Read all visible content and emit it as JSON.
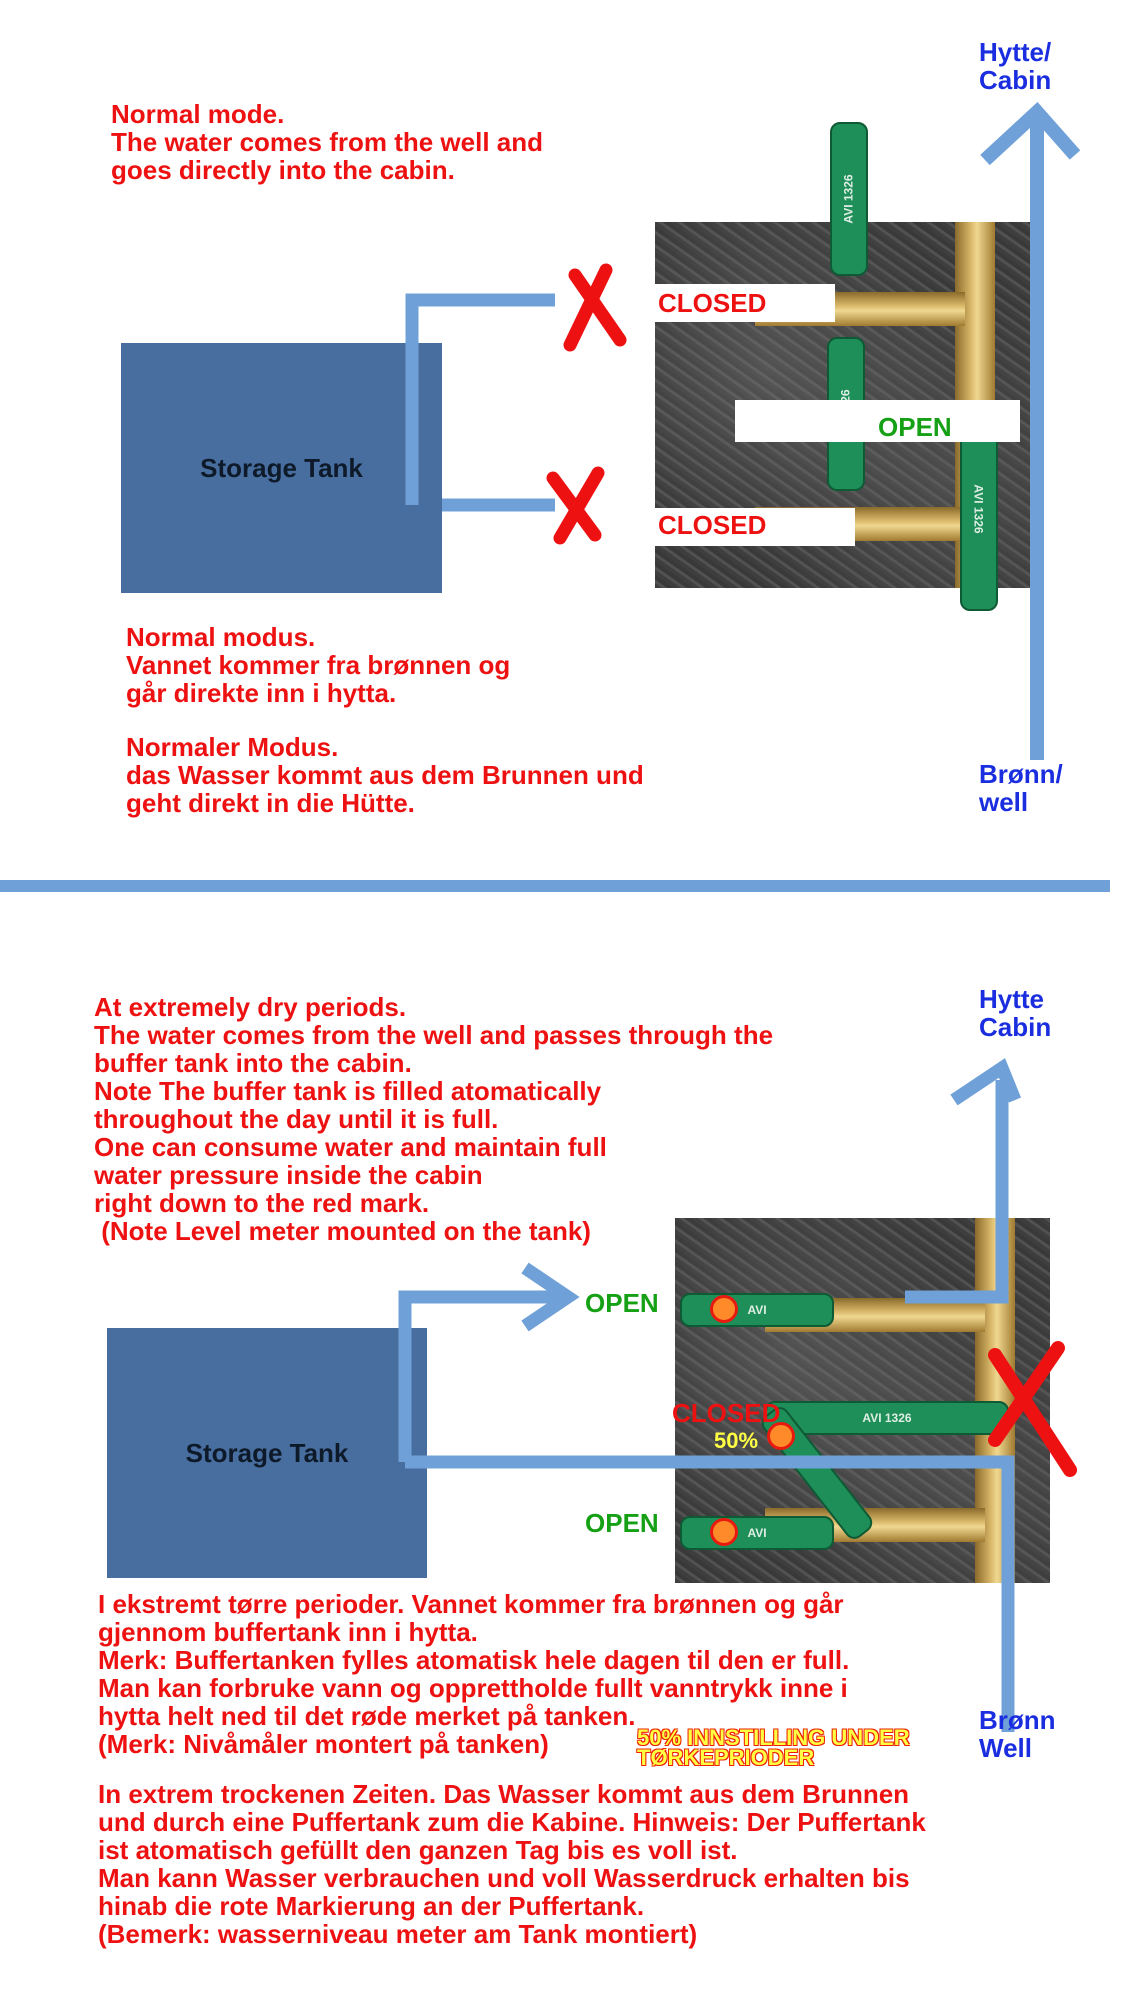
{
  "colors": {
    "text_red": "#ee1111",
    "text_blue": "#1a2ee0",
    "open_green": "#15a015",
    "arrow_blue": "#6fa0d8",
    "tank_blue": "#476e9e",
    "cross_red": "#ee1111"
  },
  "icons": [
    "x-mark-icon",
    "arrow-up-icon",
    "arrow-right-icon",
    "level-dot-icon"
  ],
  "top_panel": {
    "intro_en": "Normal mode.\nThe water comes from the well and\ngoes directly into the cabin.",
    "tank_label": "Storage Tank",
    "valve_upper_status": "CLOSED",
    "valve_lower_status": "CLOSED",
    "valve_main_status": "OPEN",
    "handle_text": "AVI 1326",
    "dest_label": "Hytte/\nCabin",
    "source_label": "Brønn/\nwell",
    "text_no": "Normal modus.\nVannet kommer fra brønnen og\ngår direkte inn i hytta.",
    "text_de": "Normaler Modus.\ndas Wasser kommt aus dem Brunnen und\ngeht direkt in die Hütte."
  },
  "bottom_panel": {
    "intro_en": "At extremely dry periods.\nThe water comes from the well and passes through the\nbuffer tank into the cabin.\nNote The buffer tank is filled atomatically\nthroughout the day until it is full.\nOne can consume water and maintain full\nwater pressure inside the cabin\nright down to the red mark.\n (Note Level meter mounted on the tank)",
    "tank_label": "Storage Tank",
    "valve_upper_status": "OPEN",
    "valve_middle_status": "CLOSED",
    "valve_lower_status": "OPEN",
    "percent_mark": "50%",
    "handle_text": "AVI 1326",
    "handle_text_short": "AVI",
    "dest_label": "Hytte\nCabin",
    "source_label": "Brønn\nWell",
    "warning": "50% INNSTILLING UNDER\nTØRKEPRIODER",
    "text_no": "I ekstremt tørre perioder. Vannet kommer fra brønnen og går\ngjennom buffertank inn i hytta.\nMerk: Buffertanken fylles atomatisk hele dagen til den er full.\nMan kan forbruke vann og opprettholde fullt vanntrykk inne i\nhytta helt ned til det røde merket på tanken.\n(Merk: Nivåmåler montert på tanken)",
    "text_de": "In extrem trockenen Zeiten. Das Wasser kommt aus dem Brunnen\nund durch eine Puffertank zum die Kabine. Hinweis: Der Puffertank\nist atomatisch gefüllt den ganzen Tag bis es voll ist.\nMan kann Wasser verbrauchen und voll Wasserdruck erhalten bis\nhinab die rote Markierung an der Puffertank.\n(Bemerk: wasserniveau meter am Tank montiert)"
  }
}
